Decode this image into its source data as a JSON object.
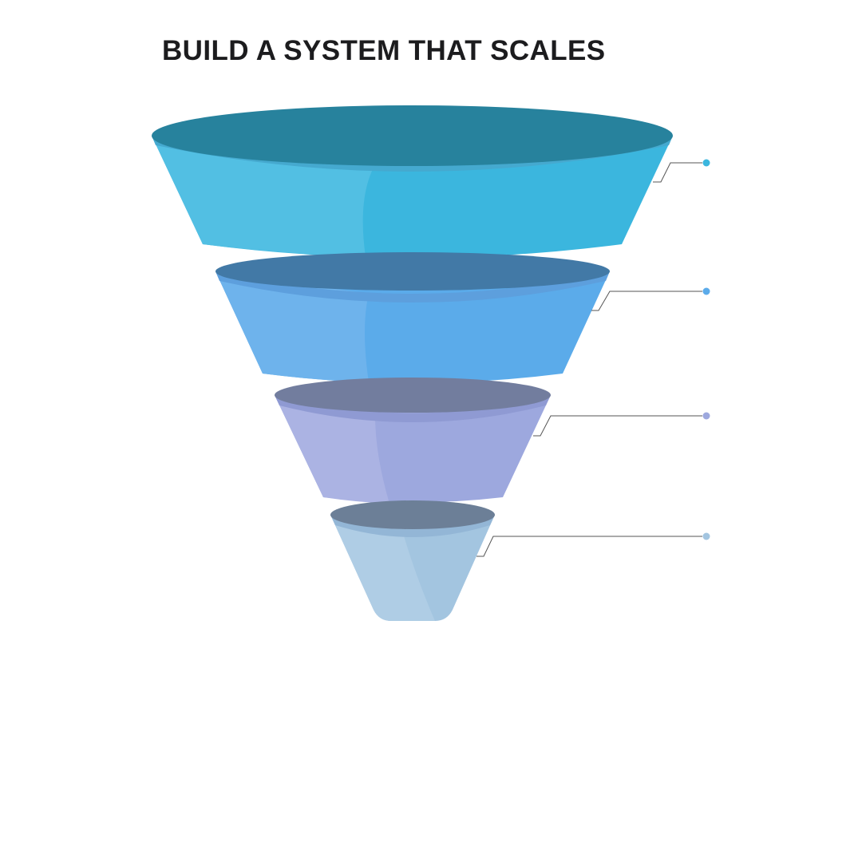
{
  "title": "BUILD A SYSTEM THAT SCALES",
  "funnel": {
    "stages": [
      {
        "id": "stage-1",
        "side_color": "#3BB6DE",
        "side_light": "#52BFE3",
        "top_color": "#27829D",
        "rim_color": "#45A9CF",
        "dot_color": "#3BB6DE"
      },
      {
        "id": "stage-2",
        "side_color": "#5BABEA",
        "side_light": "#6EB3EC",
        "top_color": "#4279A6",
        "rim_color": "#5D9FDD",
        "dot_color": "#5BABEA"
      },
      {
        "id": "stage-3",
        "side_color": "#9DA8DE",
        "side_light": "#ABB3E3",
        "top_color": "#727D9E",
        "rim_color": "#8F9AD3",
        "dot_color": "#9DA8DE"
      },
      {
        "id": "stage-4",
        "side_color": "#A3C5E0",
        "side_light": "#AFCDE5",
        "top_color": "#6C7F97",
        "rim_color": "#93B6D6",
        "dot_color": "#A3C5E0"
      }
    ],
    "connector_color": "#555555"
  }
}
